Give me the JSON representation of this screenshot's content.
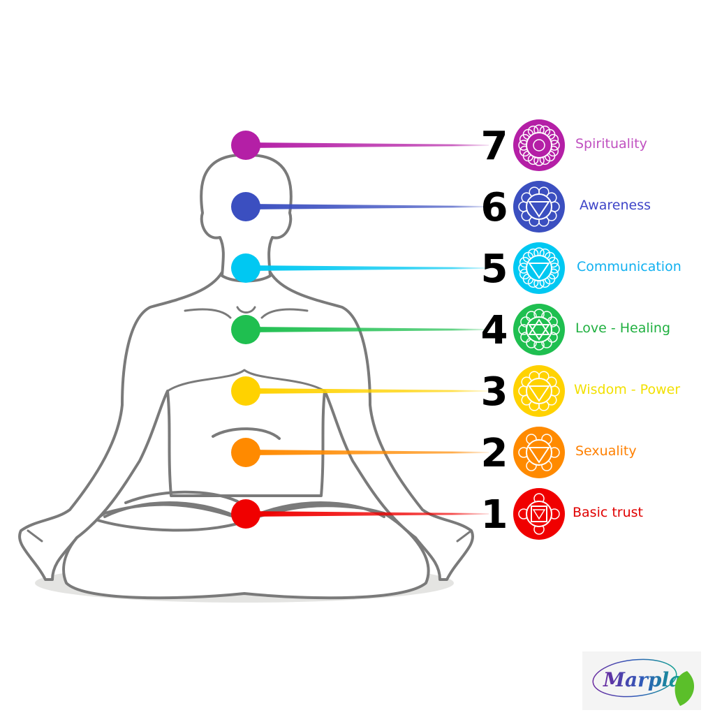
{
  "chakras": [
    {
      "number": "7",
      "label": "Spirituality",
      "color": "#b41fa6",
      "label_color": "#c050c0",
      "symbol": "lotus-crown-icon"
    },
    {
      "number": "6",
      "label": "Awareness",
      "color": "#3b4fc0",
      "label_color": "#3f45c8",
      "symbol": "third-eye-icon"
    },
    {
      "number": "5",
      "label": "Communication",
      "color": "#00c8f2",
      "label_color": "#10b0f0",
      "symbol": "throat-lotus-icon"
    },
    {
      "number": "4",
      "label": "Love - Healing",
      "color": "#1fbf50",
      "label_color": "#20b040",
      "symbol": "hexagram-lotus-icon"
    },
    {
      "number": "3",
      "label": "Wisdom - Power",
      "color": "#ffd200",
      "label_color": "#f2e000",
      "symbol": "triangle-lotus-icon"
    },
    {
      "number": "2",
      "label": "Sexuality",
      "color": "#ff8a00",
      "label_color": "#ff8000",
      "symbol": "crescent-lotus-icon"
    },
    {
      "number": "1",
      "label": "Basic trust",
      "color": "#f00000",
      "label_color": "#e00000",
      "symbol": "square-lotus-icon"
    }
  ],
  "logo": {
    "text": "Marpla"
  }
}
